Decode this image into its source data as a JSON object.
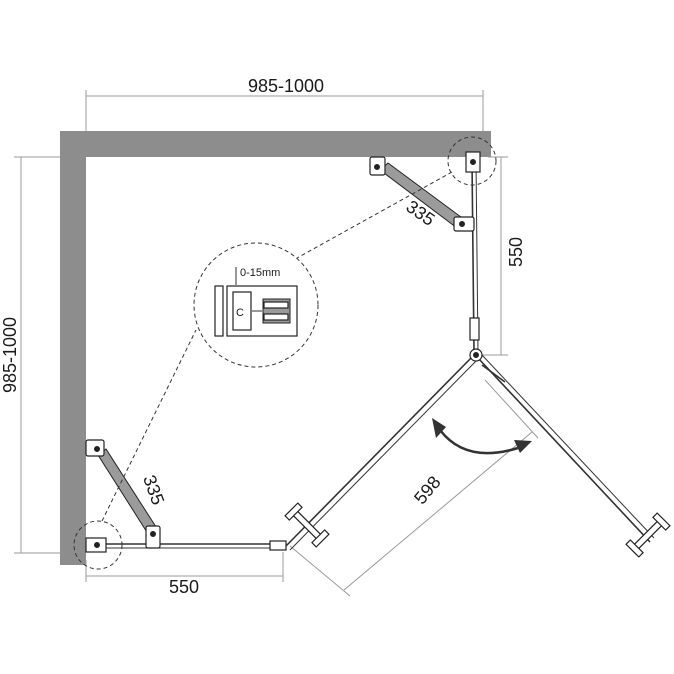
{
  "dimensions": {
    "top_width": "985-1000",
    "left_height": "985-1000",
    "right_fixed": "550",
    "bottom_fixed": "550",
    "door_width": "598",
    "top_brace": "335",
    "left_brace": "335"
  },
  "detail": {
    "gap_label": "0-15mm",
    "profile_letter": "C"
  },
  "colors": {
    "wall": "#8d8d8d",
    "line": "#333333",
    "dimension": "#9a9a9a"
  }
}
